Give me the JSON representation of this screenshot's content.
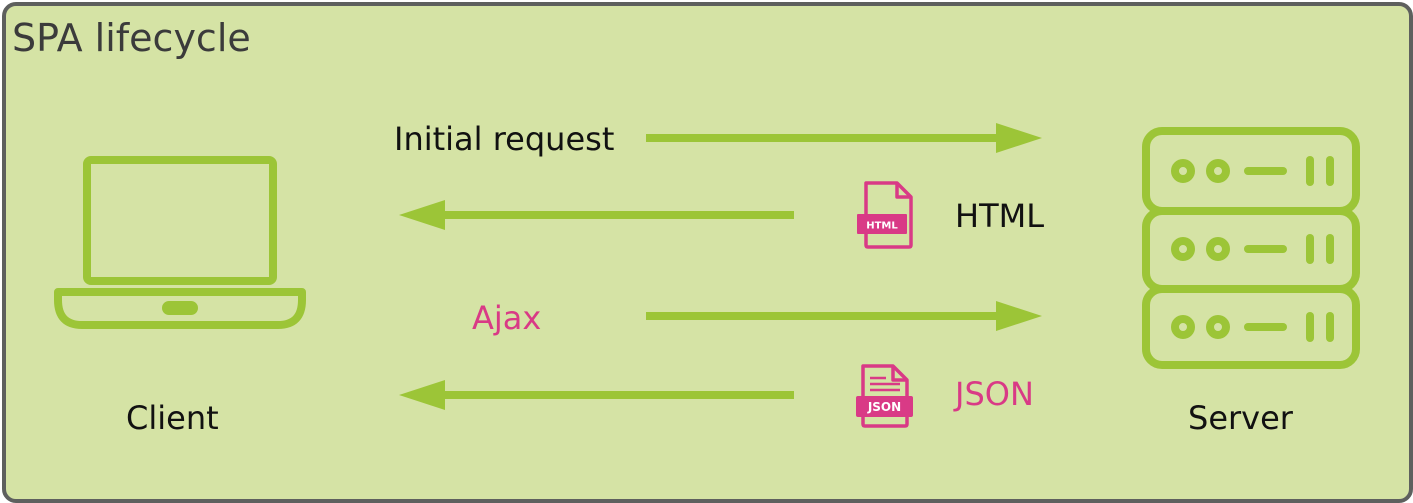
{
  "diagram": {
    "title": "SPA lifecycle",
    "nodes": {
      "client": "Client",
      "server": "Server"
    },
    "flows": {
      "initial_request": "Initial request",
      "html_response": "HTML",
      "ajax_request": "Ajax",
      "json_response": "JSON"
    },
    "file_badges": {
      "html": "HTML",
      "json": "JSON"
    }
  },
  "colors": {
    "background": "#d5e3a5",
    "border": "#5e605e",
    "icon_green": "#9cc537",
    "accent_pink": "#d93a86",
    "text": "#111111"
  },
  "icons": {
    "client": "laptop-icon",
    "server": "server-stack-icon",
    "html_file": "html-file-icon",
    "json_file": "json-file-icon"
  }
}
